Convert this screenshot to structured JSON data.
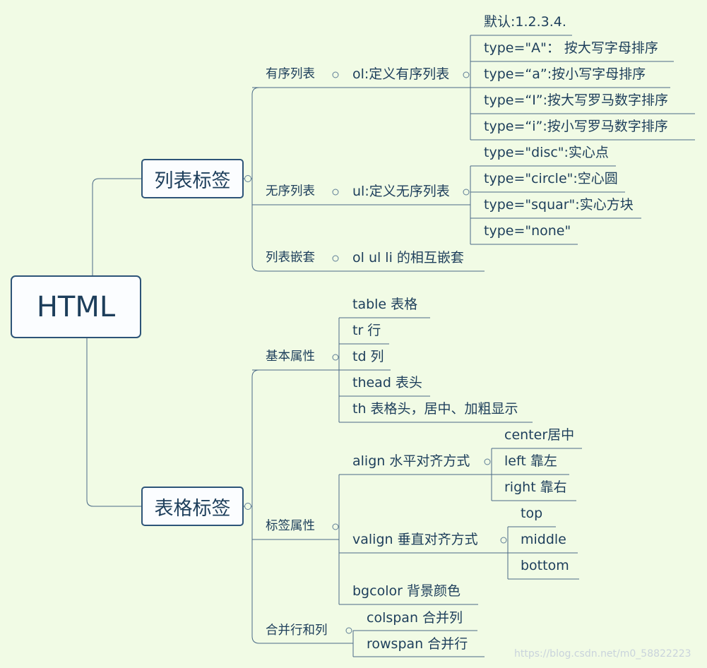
{
  "root": {
    "label": "HTML"
  },
  "branches": [
    {
      "label": "列表标签",
      "children": [
        {
          "label": "有序列表",
          "children": [
            {
              "label": "ol:定义有序列表",
              "children": [
                {
                  "label": "默认:1.2.3.4."
                },
                {
                  "label": "type=\"A\"： 按大写字母排序"
                },
                {
                  "label": "type=“a”:按小写字母排序"
                },
                {
                  "label": "type=“I”:按大写罗马数字排序"
                },
                {
                  "label": "type=“i”:按小写罗马数字排序"
                }
              ]
            }
          ]
        },
        {
          "label": "无序列表",
          "children": [
            {
              "label": "ul:定义无序列表",
              "children": [
                {
                  "label": "type=\"disc\":实心点"
                },
                {
                  "label": "type=\"circle\":空心圆"
                },
                {
                  "label": "type=\"squar\":实心方块"
                },
                {
                  "label": "type=\"none\""
                }
              ]
            }
          ]
        },
        {
          "label": "列表嵌套",
          "children": [
            {
              "label": "ol  ul  li 的相互嵌套"
            }
          ]
        }
      ]
    },
    {
      "label": "表格标签",
      "children": [
        {
          "label": "基本属性",
          "children": [
            {
              "label": "table  表格"
            },
            {
              "label": "tr 行"
            },
            {
              "label": "td 列"
            },
            {
              "label": "thead 表头"
            },
            {
              "label": "th 表格头，居中、加粗显示"
            }
          ]
        },
        {
          "label": "标签属性",
          "children": [
            {
              "label": "align 水平对齐方式",
              "children": [
                {
                  "label": "center居中"
                },
                {
                  "label": "left  靠左"
                },
                {
                  "label": "right 靠右"
                }
              ]
            },
            {
              "label": "valign  垂直对齐方式",
              "children": [
                {
                  "label": "top"
                },
                {
                  "label": "middle"
                },
                {
                  "label": "bottom"
                }
              ]
            },
            {
              "label": "bgcolor 背景颜色"
            }
          ]
        },
        {
          "label": "合并行和列",
          "children": [
            {
              "label": "colspan  合并列"
            },
            {
              "label": "rowspan  合并行"
            }
          ]
        }
      ]
    }
  ],
  "watermark": "https://blog.csdn.net/m0_58822223"
}
